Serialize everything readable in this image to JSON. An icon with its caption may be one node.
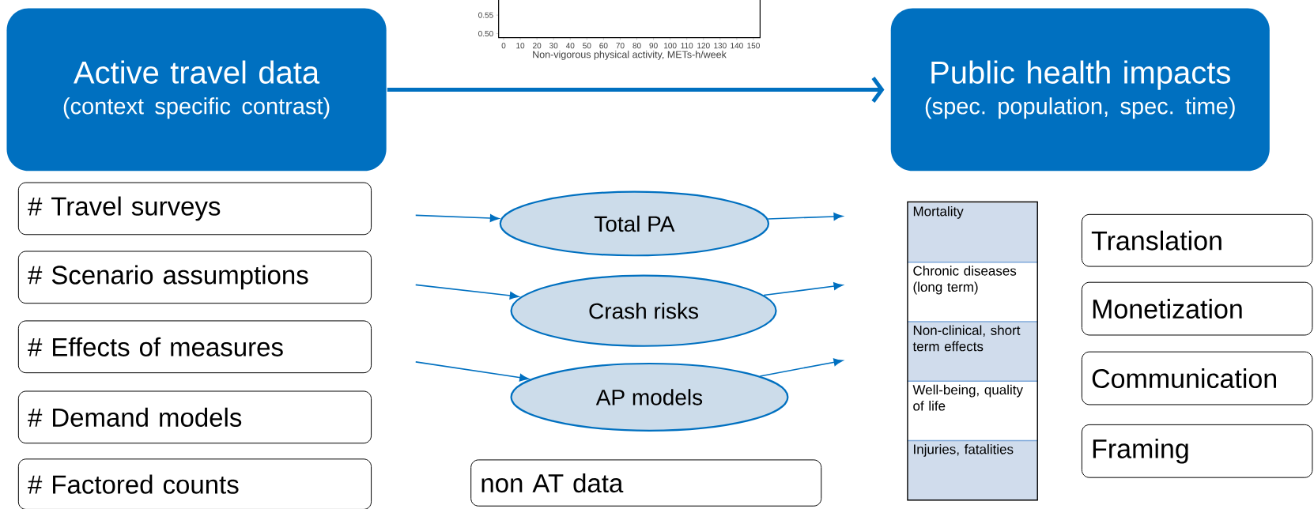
{
  "diagram": {
    "nodes": [
      {
        "text": [
          "Active travel data",
          "(context specific contrast)"
        ]
      },
      {
        "text": [
          "Public health impacts",
          "(spec. population, spec. time)"
        ]
      },
      {
        "text": [
          "# Travel surveys"
        ]
      },
      {
        "text": [
          "# Scenario assumptions"
        ]
      },
      {
        "text": [
          "# Effects of measures"
        ]
      },
      {
        "text": [
          "# Demand models"
        ]
      },
      {
        "text": [
          "# Factored counts"
        ]
      },
      {
        "text": [
          "Total PA"
        ]
      },
      {
        "text": [
          "Crash risks"
        ]
      },
      {
        "text": [
          "AP models"
        ]
      },
      {
        "text": [
          "non AT data"
        ]
      },
      {
        "text": [
          "Mortality"
        ]
      },
      {
        "text": [
          "Chronic diseases (long term)"
        ]
      },
      {
        "text": [
          "Non-clinical, short term effects"
        ]
      },
      {
        "text": [
          "Well-being, quality of life"
        ]
      },
      {
        "text": [
          "Injuries, fatalities"
        ]
      },
      {
        "text": [
          "Translation"
        ]
      },
      {
        "text": [
          "Monetization"
        ]
      },
      {
        "text": [
          "Communication"
        ]
      },
      {
        "text": [
          "Framing"
        ]
      }
    ],
    "edges": [
      {
        "from": 0,
        "to": 1,
        "arrow": "to",
        "style": "thick"
      },
      {
        "from": null,
        "to": 7,
        "arrow": "to"
      },
      {
        "from": null,
        "to": 8,
        "arrow": "to"
      },
      {
        "from": null,
        "to": 9,
        "arrow": "to"
      },
      {
        "from": 7,
        "to": null,
        "arrow": "to"
      },
      {
        "from": 8,
        "to": null,
        "arrow": "to"
      },
      {
        "from": 9,
        "to": null,
        "arrow": "to"
      }
    ],
    "chart_data": {
      "type": "line",
      "xlabel": "Non-vigorous physical activity, METs-h/week",
      "xlim": [
        -3,
        154
      ],
      "ylim": [
        0.489,
        0.592
      ],
      "xticks": [
        {
          "value": 0,
          "label": "0"
        },
        {
          "value": 10,
          "label": "10"
        },
        {
          "value": 20,
          "label": "20"
        },
        {
          "value": 30,
          "label": "30"
        },
        {
          "value": 40,
          "label": "40"
        },
        {
          "value": 50,
          "label": "50"
        },
        {
          "value": 60,
          "label": "60"
        },
        {
          "value": 70,
          "label": "70"
        },
        {
          "value": 80,
          "label": "80"
        },
        {
          "value": 90,
          "label": "90"
        },
        {
          "value": 100,
          "label": "100"
        },
        {
          "value": 110,
          "label": "110"
        },
        {
          "value": 120,
          "label": "120"
        },
        {
          "value": 130,
          "label": "130"
        },
        {
          "value": 140,
          "label": "140"
        },
        {
          "value": 150,
          "label": "150"
        }
      ],
      "yticks": [
        {
          "value": 0.5,
          "label": "0.50"
        },
        {
          "value": 0.55,
          "label": "0.55"
        }
      ]
    }
  }
}
